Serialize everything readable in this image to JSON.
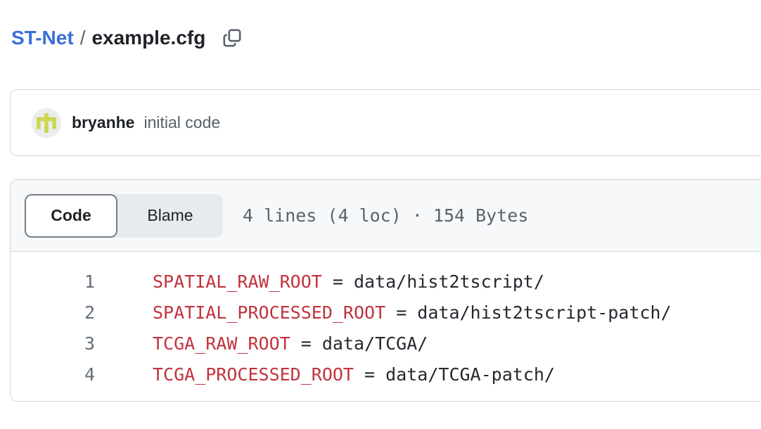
{
  "breadcrumb": {
    "repo": "ST-Net",
    "separator": "/",
    "filename": "example.cfg"
  },
  "commit_bar": {
    "author": "bryanhe",
    "message": "initial code",
    "avatar_icon": "identicon",
    "avatar_bg": "#ebedef",
    "avatar_fg": "#ccd64f"
  },
  "file_panel": {
    "tabs": [
      {
        "label": "Code",
        "active": true
      },
      {
        "label": "Blame",
        "active": false
      }
    ],
    "meta": "4 lines (4 loc) · 154 Bytes"
  },
  "code": {
    "lines": [
      {
        "number": "1",
        "key": "SPATIAL_RAW_ROOT",
        "assignment": " = data/hist2tscript/"
      },
      {
        "number": "2",
        "key": "SPATIAL_PROCESSED_ROOT",
        "assignment": " = data/hist2tscript-patch/"
      },
      {
        "number": "3",
        "key": "TCGA_RAW_ROOT",
        "assignment": " = data/TCGA/"
      },
      {
        "number": "4",
        "key": "TCGA_PROCESSED_ROOT",
        "assignment": " = data/TCGA-patch/"
      }
    ]
  },
  "colors": {
    "link_blue": "#3b6fd8",
    "text_dark": "#1f2328",
    "text_muted": "#59636e",
    "border": "#d0d7de",
    "header_bg": "#f6f8fa",
    "key_red": "#c0333e"
  }
}
